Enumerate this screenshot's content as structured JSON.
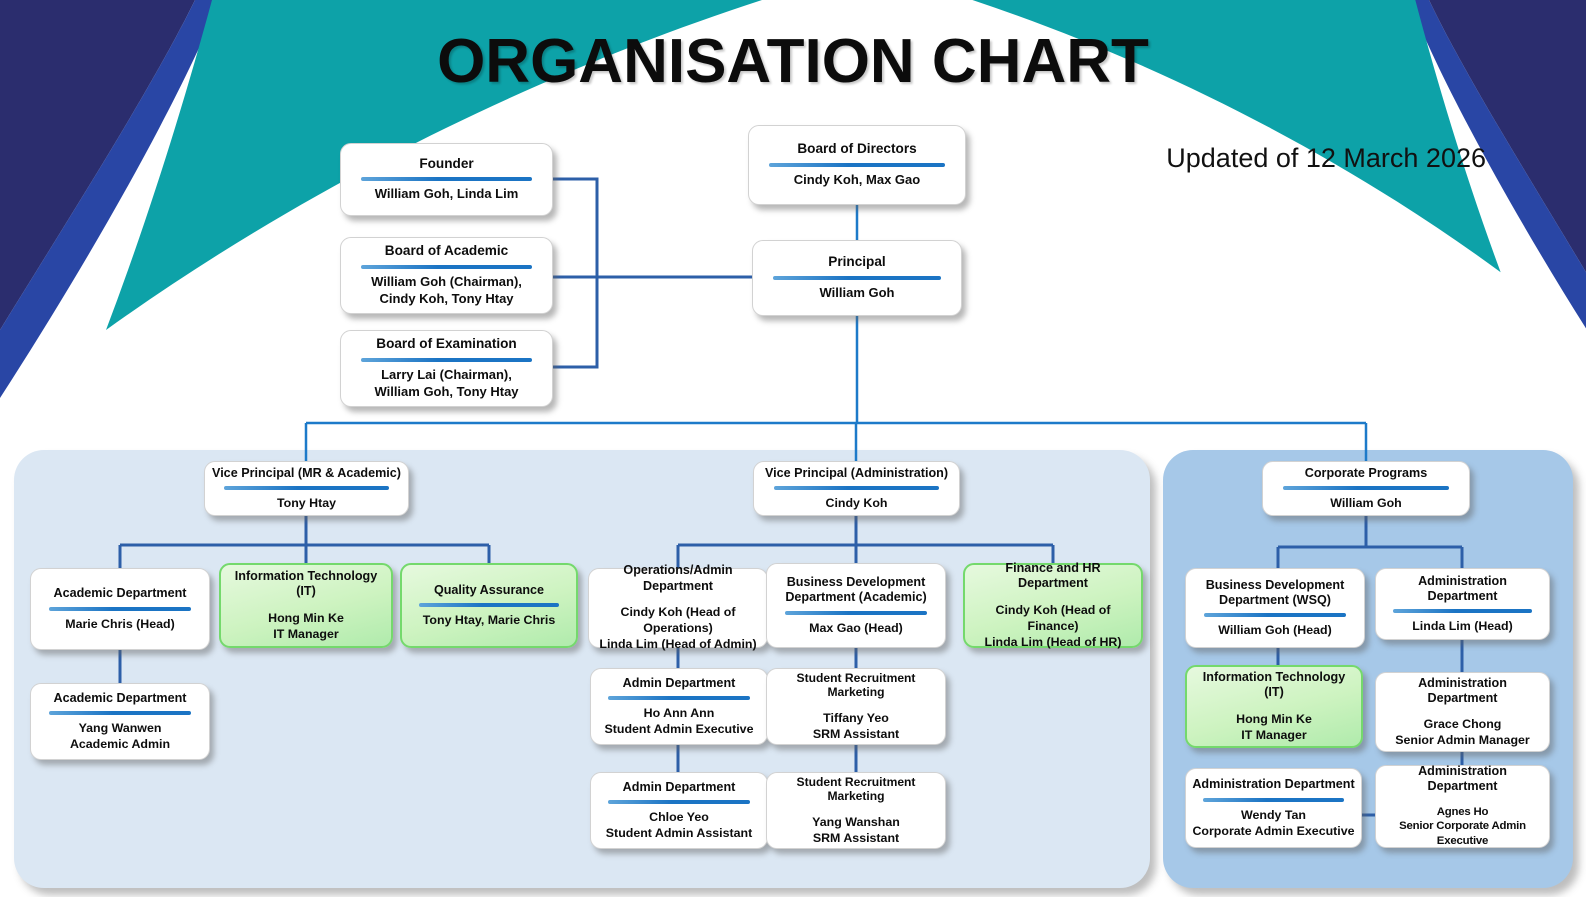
{
  "header": {
    "title": "ORGANISATION CHART",
    "updated": "Updated of 12 March 2026"
  },
  "colors": {
    "divider_blue": "#1b74c4",
    "connector_bright_blue": "#1d7ac9",
    "connector_dark_blue": "#2d5fa8",
    "green_box_border": "#74d96c",
    "green_box_fill": "#cdf3c0",
    "left_panel_fill": "#dbe7f3",
    "right_panel_fill": "#a6c8e8",
    "swoosh_navy": "#2b2d6e",
    "swoosh_blue": "#2946a5",
    "swoosh_teal": "#0da2a8"
  },
  "nodes": {
    "founder": {
      "title": "Founder",
      "name": "William Goh, Linda Lim"
    },
    "board_academic": {
      "title": "Board of Academic",
      "name": "William Goh (Chairman),\nCindy Koh, Tony Htay"
    },
    "board_examination": {
      "title": "Board of Examination",
      "name": "Larry Lai (Chairman),\nWilliam Goh, Tony Htay"
    },
    "board_directors": {
      "title": "Board of Directors",
      "name": "Cindy Koh, Max Gao"
    },
    "principal": {
      "title": "Principal",
      "name": "William Goh"
    },
    "vp_mr_academic": {
      "title": "Vice Principal (MR & Academic)",
      "name": "Tony Htay"
    },
    "vp_administration": {
      "title": "Vice Principal (Administration)",
      "name": "Cindy Koh"
    },
    "corporate_programs": {
      "title": "Corporate Programs",
      "name": "William Goh"
    },
    "academic_dept_head": {
      "title": "Academic Department",
      "name": "Marie Chris (Head)"
    },
    "it_academic": {
      "title": "Information Technology (IT)",
      "name": "Hong Min Ke\nIT Manager"
    },
    "quality_assurance": {
      "title": "Quality Assurance",
      "name": "Tony Htay, Marie Chris"
    },
    "ops_admin_dept": {
      "title": "Operations/Admin Department",
      "name": "Cindy Koh (Head of Operations)\nLinda Lim (Head of Admin)"
    },
    "bdd_academic": {
      "title": "Business Development\nDepartment (Academic)",
      "name": "Max Gao (Head)"
    },
    "finance_hr_dept": {
      "title": "Finance and HR Department",
      "name": "Cindy Koh (Head of Finance)\nLinda Lim (Head of HR)"
    },
    "academic_dept_admin": {
      "title": "Academic Department",
      "name": "Yang Wanwen\nAcademic Admin"
    },
    "admin_dept_ho": {
      "title": "Admin Department",
      "name": "Ho Ann Ann\nStudent Admin Executive"
    },
    "srm_tiffany": {
      "title": "Student Recruitment Marketing",
      "name": "Tiffany Yeo\nSRM Assistant"
    },
    "admin_dept_chloe": {
      "title": "Admin Department",
      "name": "Chloe Yeo\nStudent Admin Assistant"
    },
    "srm_wanshan": {
      "title": "Student Recruitment Marketing",
      "name": "Yang Wanshan\nSRM Assistant"
    },
    "bdd_wsq": {
      "title": "Business Development\nDepartment (WSQ)",
      "name": "William Goh (Head)"
    },
    "admin_dept_linda": {
      "title": "Administration Department",
      "name": "Linda Lim (Head)"
    },
    "it_corporate": {
      "title": "Information Technology (IT)",
      "name": "Hong Min Ke\nIT Manager"
    },
    "admin_dept_grace": {
      "title": "Administration Department",
      "name": "Grace Chong\nSenior Admin Manager"
    },
    "admin_dept_wendy": {
      "title": "Administration Department",
      "name": "Wendy Tan\nCorporate Admin Executive"
    },
    "admin_dept_agnes": {
      "title": "Administration Department",
      "name": "Agnes Ho\nSenior Corporate Admin Executive"
    }
  }
}
